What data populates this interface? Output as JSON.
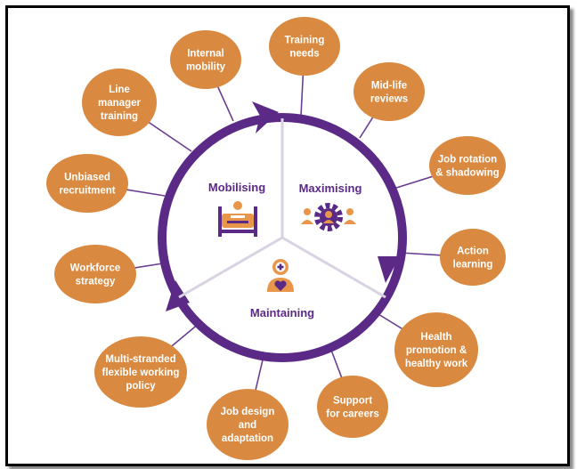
{
  "colors": {
    "purple": "#5b2a86",
    "orange": "#d98a40",
    "connector": "#6a3d92",
    "divider": "#c9c0d6"
  },
  "segments": [
    {
      "id": "mobilising",
      "label": "Mobilising",
      "icon": "bed-person-icon"
    },
    {
      "id": "maximising",
      "label": "Maximising",
      "icon": "gear-people-icon"
    },
    {
      "id": "maintaining",
      "label": "Maintaining",
      "icon": "person-heart-icon"
    }
  ],
  "bubbles": [
    {
      "id": "training-needs",
      "lines": [
        "Training",
        "needs"
      ]
    },
    {
      "id": "mid-life-reviews",
      "lines": [
        "Mid-life",
        "reviews"
      ]
    },
    {
      "id": "job-rotation",
      "lines": [
        "Job rotation",
        "& shadowing"
      ]
    },
    {
      "id": "action-learning",
      "lines": [
        "Action",
        "learning"
      ]
    },
    {
      "id": "health-promotion",
      "lines": [
        "Health",
        "promotion &",
        "healthy work"
      ]
    },
    {
      "id": "support-careers",
      "lines": [
        "Support",
        "for careers"
      ]
    },
    {
      "id": "job-design",
      "lines": [
        "Job design",
        "and",
        "adaptation"
      ]
    },
    {
      "id": "multi-stranded",
      "lines": [
        "Multi-stranded",
        "flexible working",
        "policy"
      ]
    },
    {
      "id": "workforce-strategy",
      "lines": [
        "Workforce",
        "strategy"
      ]
    },
    {
      "id": "unbiased-recruitment",
      "lines": [
        "Unbiased",
        "recruitment"
      ]
    },
    {
      "id": "line-manager-training",
      "lines": [
        "Line",
        "manager",
        "training"
      ]
    },
    {
      "id": "internal-mobility",
      "lines": [
        "Internal",
        "mobility"
      ]
    }
  ]
}
